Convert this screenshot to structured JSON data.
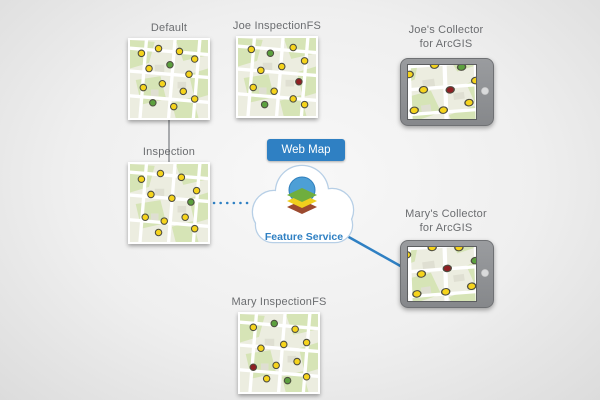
{
  "palette": {
    "accent_blue": "#2f80c3",
    "label_gray": "#6b6d70",
    "connector_gray": "#a8aaad",
    "dot_colors": {
      "y": "#f6d41c",
      "g": "#5ca03e",
      "r": "#8e2023"
    }
  },
  "nodes": {
    "default_map": {
      "label": "Default"
    },
    "joe_inspectionfs": {
      "label": "Joe InspectionFS"
    },
    "joes_collector": {
      "label_line1": "Joe's Collector",
      "label_line2": "for ArcGIS"
    },
    "inspection": {
      "label": "Inspection"
    },
    "web_map": {
      "label": "Web Map"
    },
    "feature_service": {
      "label": "Feature Service"
    },
    "marys_collector": {
      "label_line1": "Mary's Collector",
      "label_line2": "for ArcGIS"
    },
    "mary_inspectionfs": {
      "label": "Mary InspectionFS"
    }
  },
  "icons": {
    "cloud": "cloud-icon",
    "layers": "arcgis-layers-icon",
    "tablet": "tablet-device-icon"
  },
  "maps": {
    "default": {
      "dots": [
        [
          12,
          14,
          "y"
        ],
        [
          30,
          9,
          "y"
        ],
        [
          52,
          12,
          "y"
        ],
        [
          68,
          20,
          "y"
        ],
        [
          20,
          30,
          "y"
        ],
        [
          42,
          26,
          "g"
        ],
        [
          62,
          36,
          "y"
        ],
        [
          14,
          50,
          "y"
        ],
        [
          34,
          46,
          "y"
        ],
        [
          56,
          54,
          "y"
        ],
        [
          24,
          66,
          "g"
        ],
        [
          46,
          70,
          "y"
        ],
        [
          68,
          62,
          "y"
        ]
      ]
    },
    "joe": {
      "dots": [
        [
          14,
          12,
          "y"
        ],
        [
          34,
          16,
          "g"
        ],
        [
          58,
          10,
          "y"
        ],
        [
          70,
          24,
          "y"
        ],
        [
          24,
          34,
          "y"
        ],
        [
          46,
          30,
          "y"
        ],
        [
          64,
          46,
          "r"
        ],
        [
          16,
          52,
          "y"
        ],
        [
          38,
          56,
          "y"
        ],
        [
          58,
          64,
          "y"
        ],
        [
          28,
          70,
          "g"
        ],
        [
          70,
          70,
          "y"
        ]
      ]
    },
    "inspection": {
      "dots": [
        [
          12,
          16,
          "y"
        ],
        [
          32,
          10,
          "y"
        ],
        [
          54,
          14,
          "y"
        ],
        [
          70,
          28,
          "y"
        ],
        [
          22,
          32,
          "y"
        ],
        [
          44,
          36,
          "y"
        ],
        [
          64,
          40,
          "g"
        ],
        [
          16,
          56,
          "y"
        ],
        [
          36,
          60,
          "y"
        ],
        [
          58,
          56,
          "y"
        ],
        [
          30,
          72,
          "y"
        ],
        [
          68,
          68,
          "y"
        ]
      ]
    },
    "mary": {
      "dots": [
        [
          14,
          14,
          "y"
        ],
        [
          36,
          10,
          "g"
        ],
        [
          58,
          16,
          "y"
        ],
        [
          70,
          30,
          "y"
        ],
        [
          22,
          36,
          "y"
        ],
        [
          46,
          32,
          "y"
        ],
        [
          14,
          56,
          "r"
        ],
        [
          38,
          54,
          "y"
        ],
        [
          60,
          50,
          "y"
        ],
        [
          28,
          68,
          "y"
        ],
        [
          50,
          70,
          "g"
        ],
        [
          70,
          66,
          "y"
        ]
      ]
    },
    "joe_tablet": {
      "dots": [
        [
          16,
          18,
          "y"
        ],
        [
          38,
          12,
          "y"
        ],
        [
          60,
          18,
          "g"
        ],
        [
          70,
          34,
          "y"
        ],
        [
          26,
          36,
          "y"
        ],
        [
          48,
          40,
          "r"
        ],
        [
          16,
          56,
          "y"
        ],
        [
          40,
          60,
          "y"
        ],
        [
          62,
          56,
          "y"
        ],
        [
          30,
          72,
          "g"
        ]
      ]
    },
    "mary_tablet": {
      "dots": [
        [
          14,
          16,
          "y"
        ],
        [
          36,
          12,
          "y"
        ],
        [
          58,
          16,
          "y"
        ],
        [
          70,
          32,
          "g"
        ],
        [
          24,
          38,
          "y"
        ],
        [
          46,
          36,
          "r"
        ],
        [
          18,
          58,
          "y"
        ],
        [
          42,
          60,
          "y"
        ],
        [
          64,
          58,
          "y"
        ],
        [
          32,
          72,
          "y"
        ]
      ]
    }
  }
}
